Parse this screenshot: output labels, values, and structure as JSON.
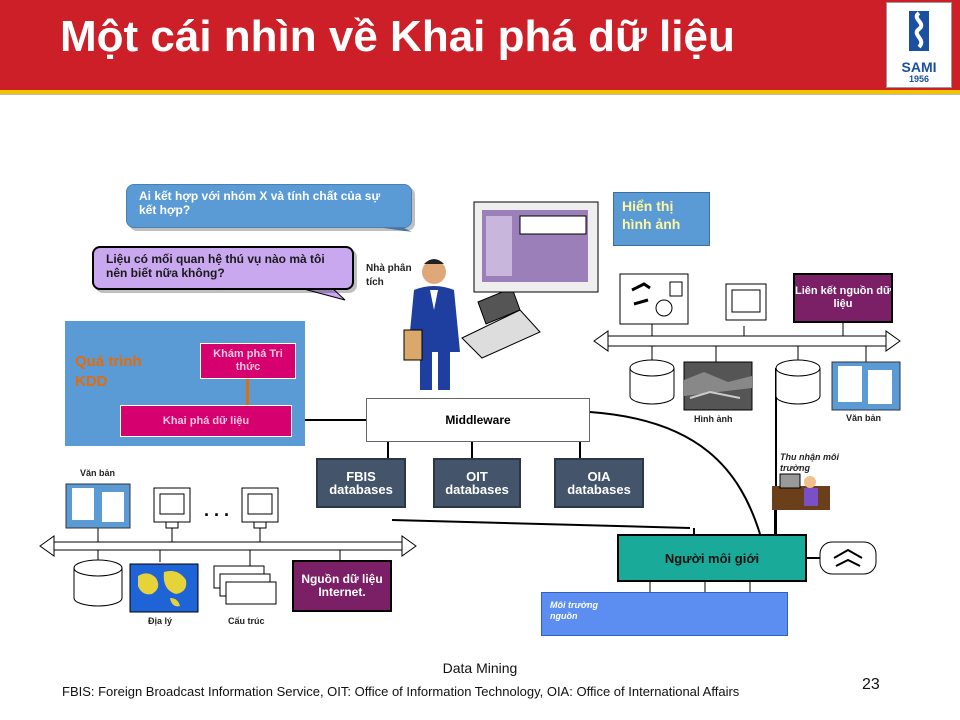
{
  "header": {
    "title": "Một cái nhìn về Khai phá dữ liệu",
    "logo_text": "SAMI",
    "logo_year": "1956"
  },
  "bubbles": {
    "question_1": "Ai kết hợp với nhóm X và tính chất của sự kết hợp?",
    "question_2": "Liệu có mối quan hệ thú vụ nào mà tôi nên biết nữa không?"
  },
  "analyst": {
    "label": "Nhà phân tích"
  },
  "kdd": {
    "label": "Quá trình KDD",
    "discovery": "Khám phá Tri thức",
    "mining": "Khai phá dữ liệu"
  },
  "middleware": {
    "label": "Middleware"
  },
  "databases": [
    {
      "name": "FBIS",
      "sub": "databases"
    },
    {
      "name": "OIT",
      "sub": "databases"
    },
    {
      "name": "OIA",
      "sub": "databases"
    }
  ],
  "left_network": {
    "documents": "Văn bản",
    "ellipsis": ". . .",
    "geography": "Địa lý",
    "structure": "Cấu trúc",
    "internet_source": "Nguồn dữ liệu Internet."
  },
  "right_network": {
    "visual_display": "Hiển thị hình ảnh",
    "source_link": "Liên kết nguồn dữ liệu",
    "images": "Hình ảnh",
    "documents": "Văn bản",
    "acquisition": "Thu nhận môi trường"
  },
  "broker": {
    "label": "Người môi giới"
  },
  "source_env": {
    "label": "Môi trường nguồn"
  },
  "footer": {
    "center": "Data Mining",
    "note": "FBIS: Foreign Broadcast Information Service, OIT: Office of Information Technology, OIA: Office of International Affairs",
    "page": "23"
  },
  "colors": {
    "header_red": "#cc1f27",
    "accent_gold": "#f2c400",
    "kdd_blue": "#5b9bd5",
    "kdd_pink": "#d6006e",
    "db_slate": "#44546a",
    "maroon": "#7b1f66",
    "broker_teal": "#1aaa9a"
  }
}
